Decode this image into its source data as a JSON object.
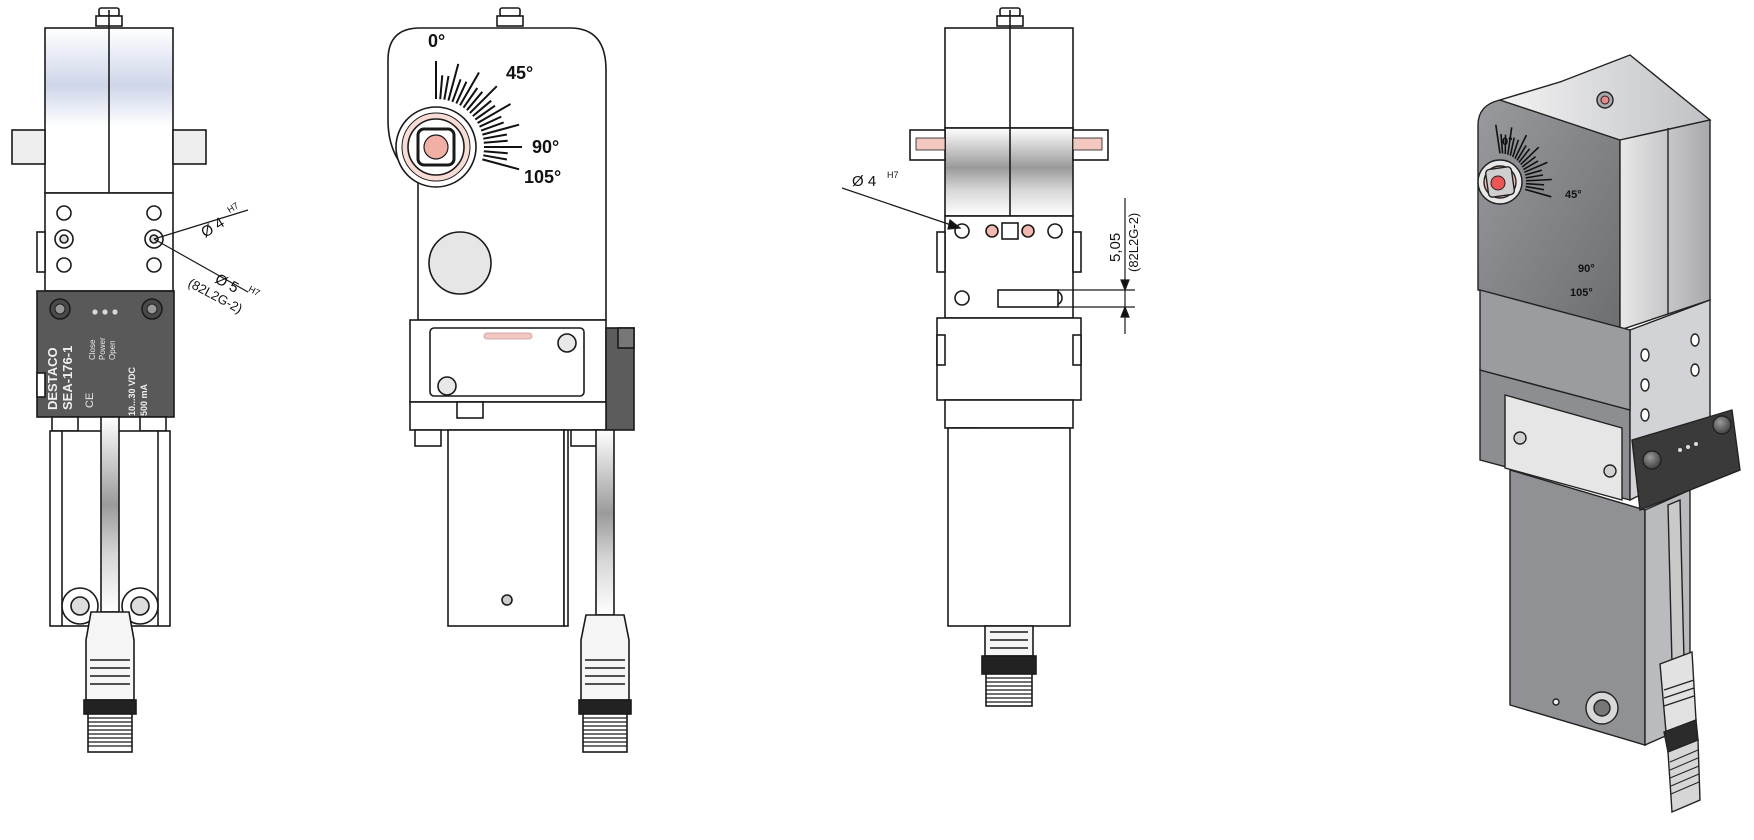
{
  "colors": {
    "line": "#1a1a1a",
    "dark_body": "#5a5a5a",
    "light_gray": "#e0e0e0",
    "accent_pink": "#f3c8c0",
    "iso_body": "#8a8c90"
  },
  "scale": {
    "deg_0": "0°",
    "deg_45": "45°",
    "deg_90": "90°",
    "deg_105": "105°"
  },
  "dims": {
    "hole_4": "Ø 4",
    "hole_4_tol": "H7",
    "hole_5": "Ø 5",
    "hole_5_tol": "H7",
    "hole_ref": "(82L2G-2)",
    "depth_value": "5,05",
    "depth_ref": "(82L2G-2)"
  },
  "label": {
    "brand": "DESTACO",
    "model": "SEA-176-1",
    "leds": "Close\nPower\nOpen",
    "voltage": "10...30 VDC",
    "current": "500 mA",
    "ce": "CE"
  },
  "iso": {
    "deg_0": "0°",
    "deg_45": "45°",
    "deg_90": "90°",
    "deg_105": "105°"
  }
}
